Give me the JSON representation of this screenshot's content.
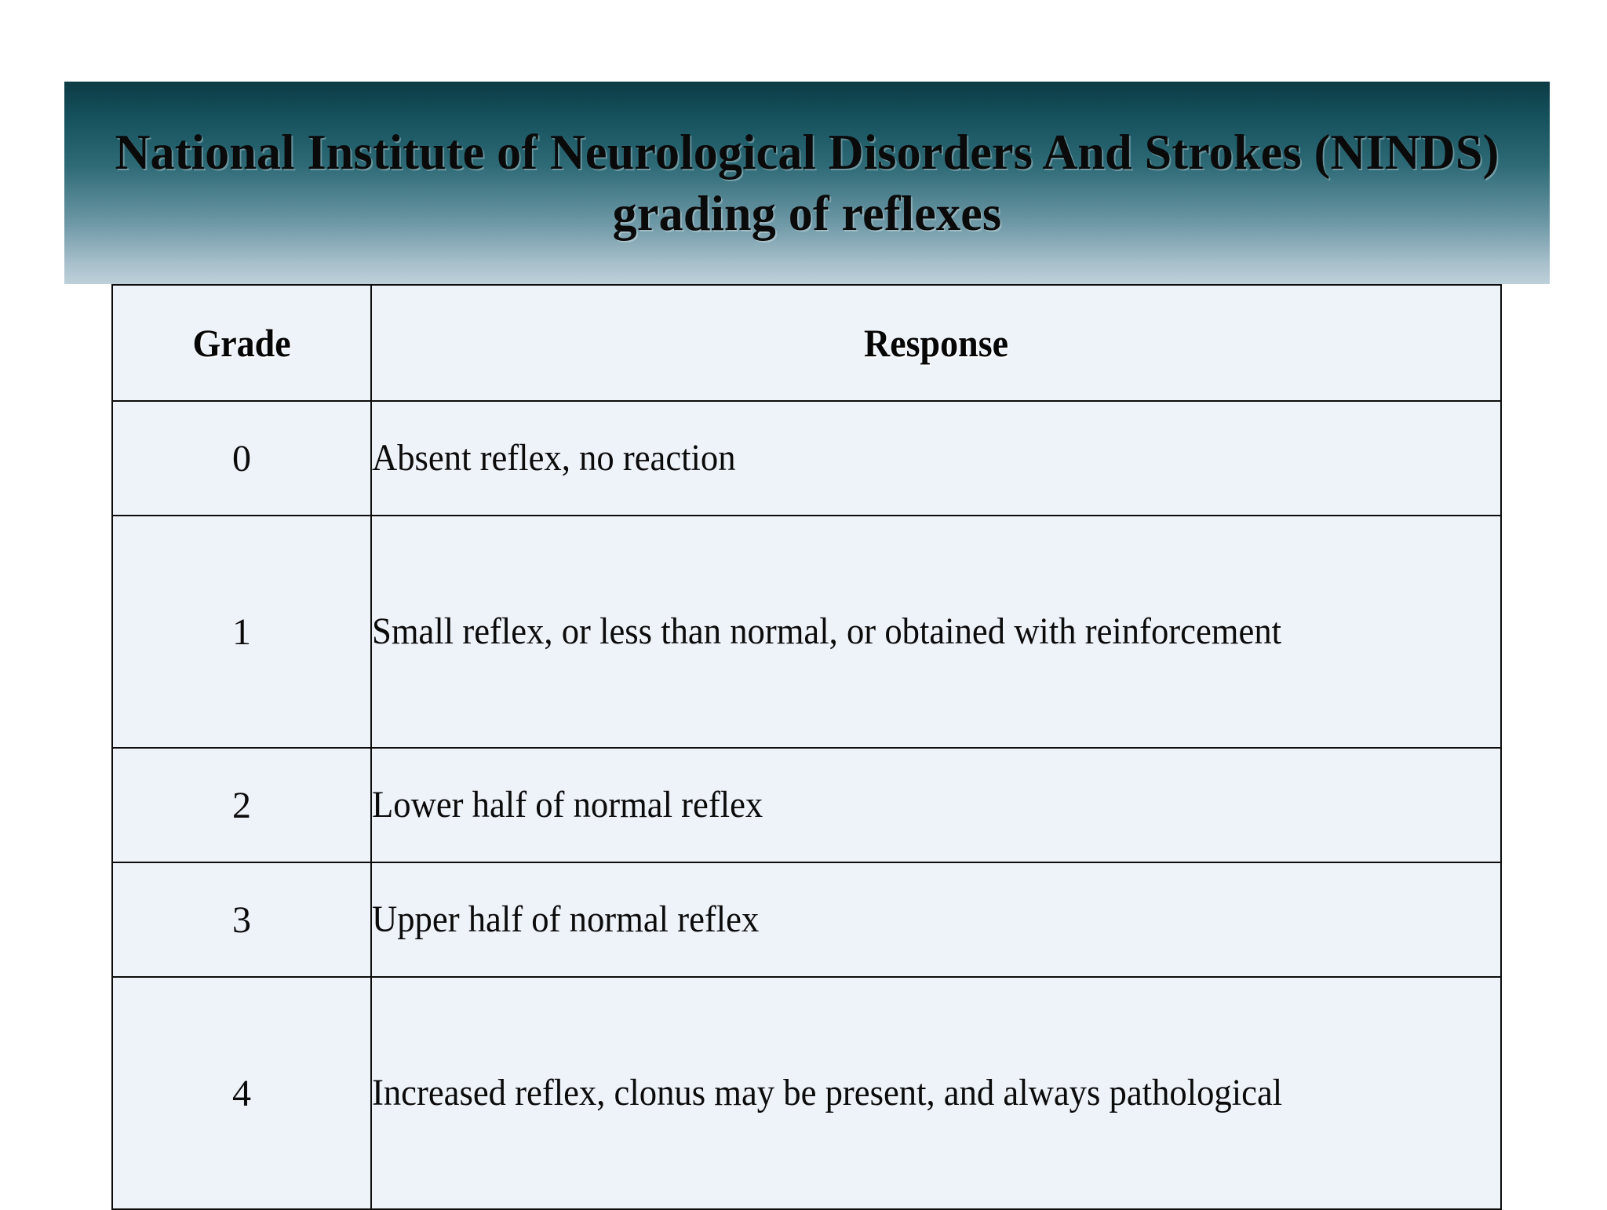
{
  "slide": {
    "title": "National Institute of Neurological Disorders And Strokes (NINDS) grading of reflexes",
    "banner_gradient_top": "#0d3b44",
    "banner_gradient_bottom": "#bdd0d9",
    "table_background": "#eef2f9",
    "table_border_color": "#0c0c0c"
  },
  "table": {
    "columns": [
      {
        "key": "grade",
        "label": "Grade"
      },
      {
        "key": "response",
        "label": "Response"
      }
    ],
    "rows": [
      {
        "grade": "0",
        "response": "Absent reflex, no reaction",
        "lines": 1
      },
      {
        "grade": "1",
        "response": "Small reflex, or less than normal, or obtained with reinforcement",
        "lines": 2
      },
      {
        "grade": "2",
        "response": "Lower half of normal reflex",
        "lines": 1
      },
      {
        "grade": "3",
        "response": "Upper half of normal reflex",
        "lines": 1
      },
      {
        "grade": "4",
        "response": "Increased reflex, clonus may be present, and always pathological",
        "lines": 2
      }
    ]
  }
}
